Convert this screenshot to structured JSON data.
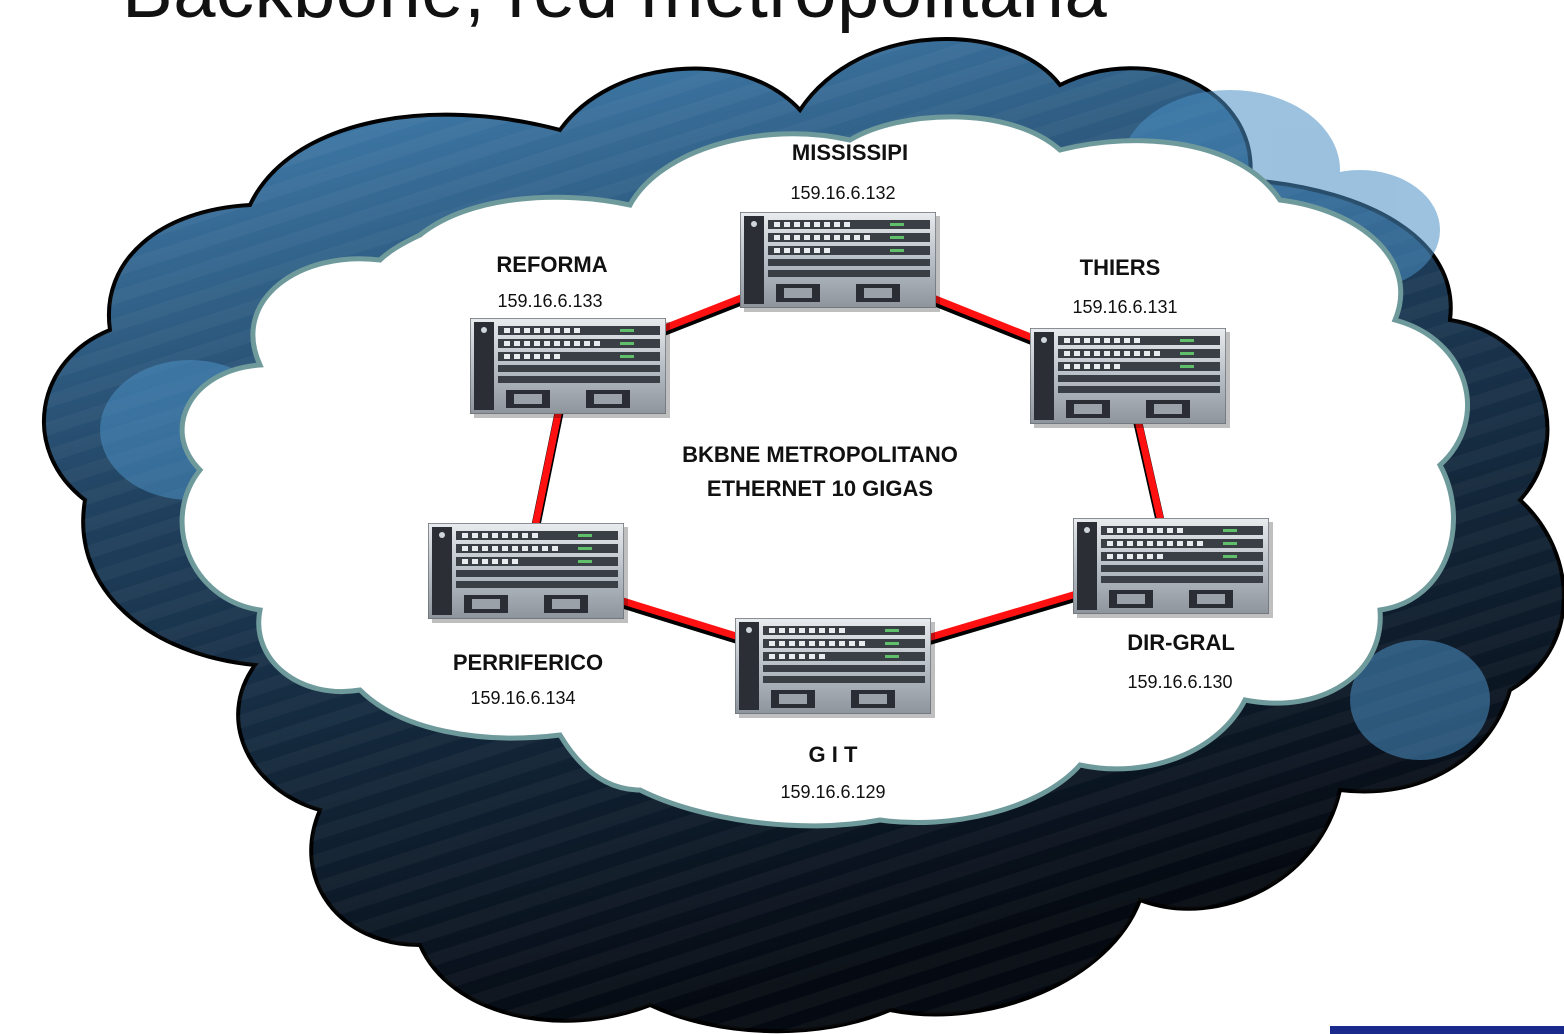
{
  "title": "Backbone, red metropolitana",
  "center_label": {
    "line1": "BKBNE METROPOLITANO",
    "line2": "ETHERNET 10 GIGAS"
  },
  "nodes": [
    {
      "id": "mississipi",
      "name": "MISSISSIPI",
      "ip": "159.16.6.132"
    },
    {
      "id": "thiers",
      "name": "THIERS",
      "ip": "159.16.6.131"
    },
    {
      "id": "dir-gral",
      "name": "DIR-GRAL",
      "ip": "159.16.6.130"
    },
    {
      "id": "git",
      "name": "G  I  T",
      "ip": "159.16.6.129"
    },
    {
      "id": "perriferico",
      "name": "PERRIFERICO",
      "ip": "159.16.6.134"
    },
    {
      "id": "reforma",
      "name": "REFORMA",
      "ip": "159.16.6.133"
    }
  ],
  "links": [
    [
      "mississipi",
      "thiers"
    ],
    [
      "thiers",
      "dir-gral"
    ],
    [
      "dir-gral",
      "git"
    ],
    [
      "git",
      "perriferico"
    ],
    [
      "perriferico",
      "reforma"
    ],
    [
      "reforma",
      "mississipi"
    ]
  ],
  "colors": {
    "link": "#ff1111",
    "outer_cloud_light": "#4a8fc4",
    "outer_cloud_dark": "#070c14",
    "inner_cloud": "#ffffff",
    "inner_cloud_border": "#6f9a9c"
  }
}
